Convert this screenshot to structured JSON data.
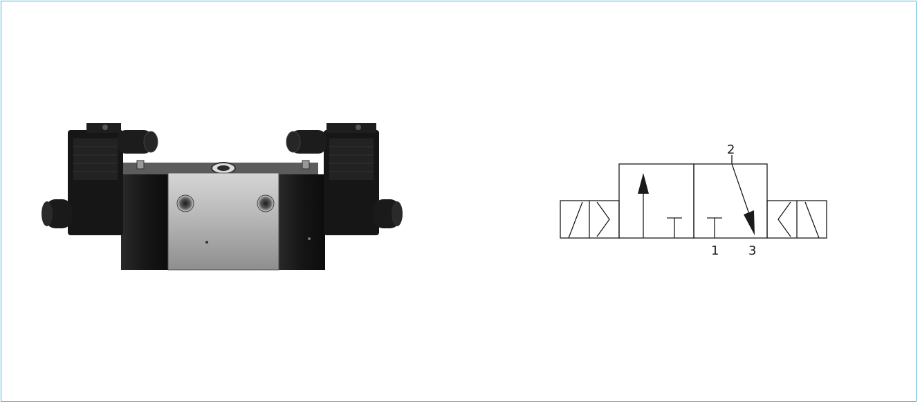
{
  "colors": {
    "frame": "#3fb0d8",
    "line": "#1a1a1a",
    "coil_black": "#141414",
    "body_silver": "#a8a8a8"
  },
  "photo": {
    "subject": "solenoid-valve-photo"
  },
  "symbol": {
    "ports": {
      "outlet": "2",
      "supply": "1",
      "exhaust": "3"
    }
  }
}
